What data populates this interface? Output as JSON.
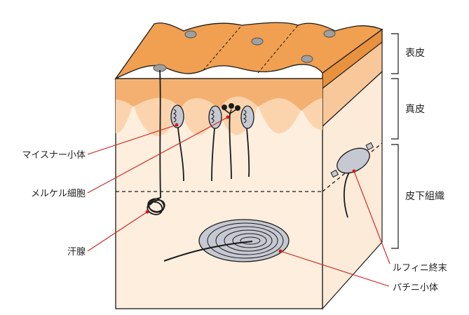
{
  "layers": {
    "epidermis": "表皮",
    "dermis": "真皮",
    "subcutaneous": "皮下組織"
  },
  "structures": {
    "meissner": "マイスナー小体",
    "merkel": "メルケル細胞",
    "sweat_gland": "汗腺",
    "ruffini": "ルフィニ終末",
    "pacinian": "パチニ小体"
  },
  "colors": {
    "epidermis": "#f0a050",
    "dermis": "#fbd4ae",
    "subcutaneous": "#fdeedd",
    "receptor": "#c6c8d2",
    "leader": "#cc1f1f",
    "outline": "#1a1a1a"
  }
}
